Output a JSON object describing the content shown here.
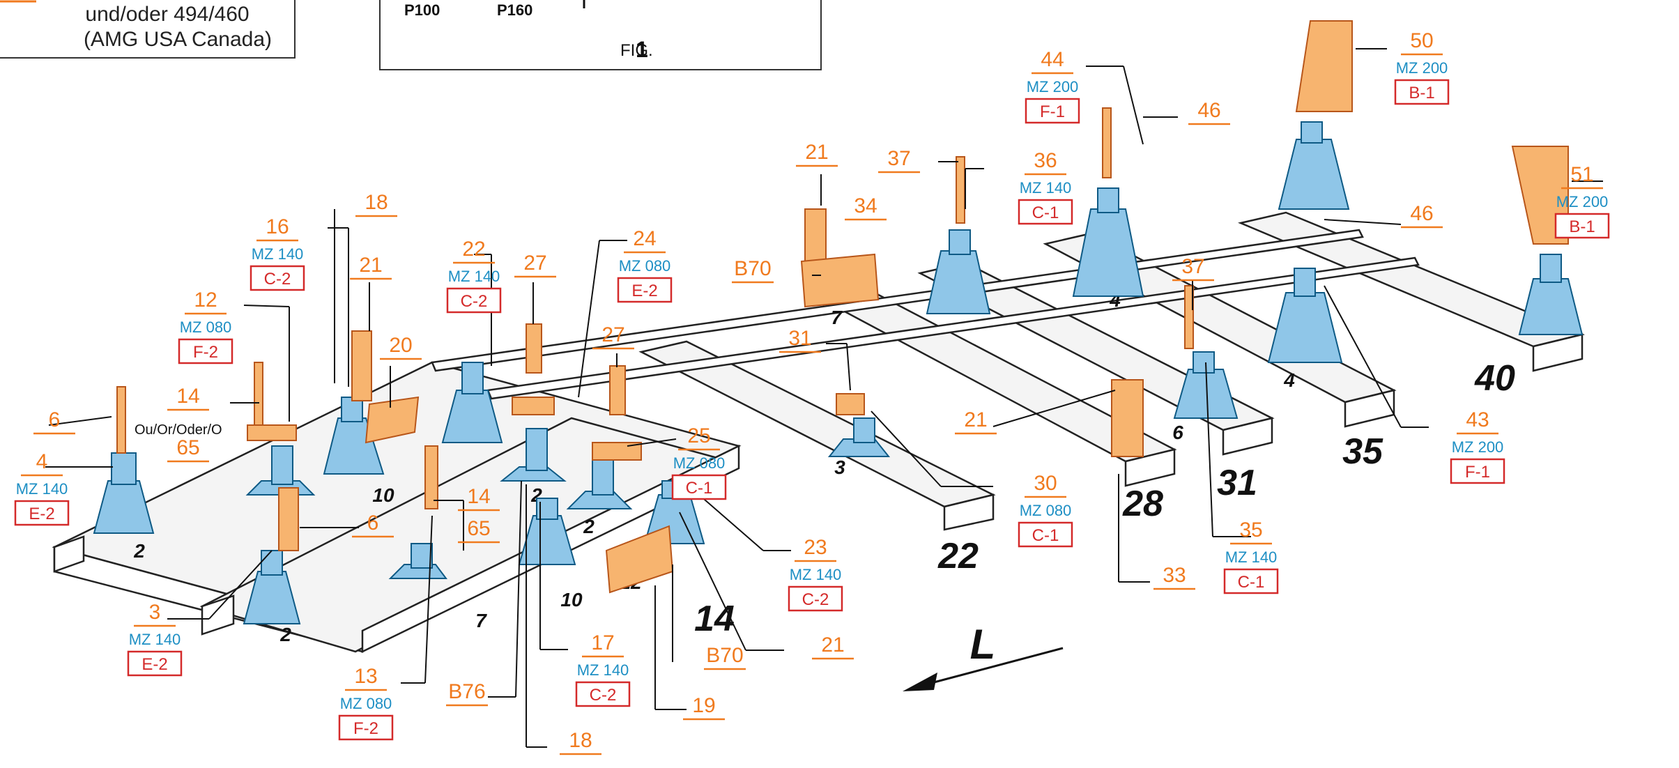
{
  "header": {
    "note_line1": "und/oder 494/460",
    "note_line2": "(AMG USA Canada)",
    "bench_a": "P100",
    "bench_b": "P160",
    "figure_prefix": "FIG.",
    "figure_number": "1"
  },
  "labels": {
    "frame_numbers": [
      "2",
      "2",
      "10",
      "7",
      "12",
      "14",
      "22",
      "3",
      "7",
      "28",
      "6",
      "31",
      "4",
      "35",
      "40",
      "6",
      "4",
      "2",
      "10",
      "2"
    ],
    "direction": "L",
    "alternative_text": "Ou/Or/Oder/O"
  },
  "callouts": [
    {
      "num": "6"
    },
    {
      "num": "4",
      "mz": "MZ 140",
      "code": "E-2"
    },
    {
      "num": "14"
    },
    {
      "num": "65"
    },
    {
      "num": "12",
      "mz": "MZ 080",
      "code": "F-2"
    },
    {
      "num": "16",
      "mz": "MZ 140",
      "code": "C-2"
    },
    {
      "num": "18"
    },
    {
      "num": "21"
    },
    {
      "num": "20"
    },
    {
      "num": "22",
      "mz": "MZ 140",
      "code": "C-2"
    },
    {
      "num": "27"
    },
    {
      "num": "24",
      "mz": "MZ 080",
      "code": "E-2"
    },
    {
      "num": "27"
    },
    {
      "num": "25",
      "mz": "MZ 080",
      "code": "C-1"
    },
    {
      "num": "21"
    },
    {
      "num": "34"
    },
    {
      "num": "B70"
    },
    {
      "num": "31"
    },
    {
      "num": "37"
    },
    {
      "num": "36",
      "mz": "MZ 140",
      "code": "C-1"
    },
    {
      "num": "44",
      "mz": "MZ 200",
      "code": "F-1"
    },
    {
      "num": "46"
    },
    {
      "num": "50",
      "mz": "MZ 200",
      "code": "B-1"
    },
    {
      "num": "51",
      "mz": "MZ 200",
      "code": "B-1"
    },
    {
      "num": "46"
    },
    {
      "num": "37"
    },
    {
      "num": "43",
      "mz": "MZ 200",
      "code": "F-1"
    },
    {
      "num": "21"
    },
    {
      "num": "30",
      "mz": "MZ 080",
      "code": "C-1"
    },
    {
      "num": "35",
      "mz": "MZ 140",
      "code": "C-1"
    },
    {
      "num": "33"
    },
    {
      "num": "23",
      "mz": "MZ 140",
      "code": "C-2"
    },
    {
      "num": "21"
    },
    {
      "num": "B70"
    },
    {
      "num": "19"
    },
    {
      "num": "17",
      "mz": "MZ 140",
      "code": "C-2"
    },
    {
      "num": "18"
    },
    {
      "num": "B76"
    },
    {
      "num": "13",
      "mz": "MZ 080",
      "code": "F-2"
    },
    {
      "num": "14"
    },
    {
      "num": "65"
    },
    {
      "num": "6"
    },
    {
      "num": "3",
      "mz": "MZ 140",
      "code": "E-2"
    }
  ],
  "colors": {
    "orange": "#F07A1E",
    "blue": "#1E8FC4",
    "red": "#D42A2A",
    "jig_blue": "#8FC6E8",
    "part_orange": "#F7B46F"
  }
}
